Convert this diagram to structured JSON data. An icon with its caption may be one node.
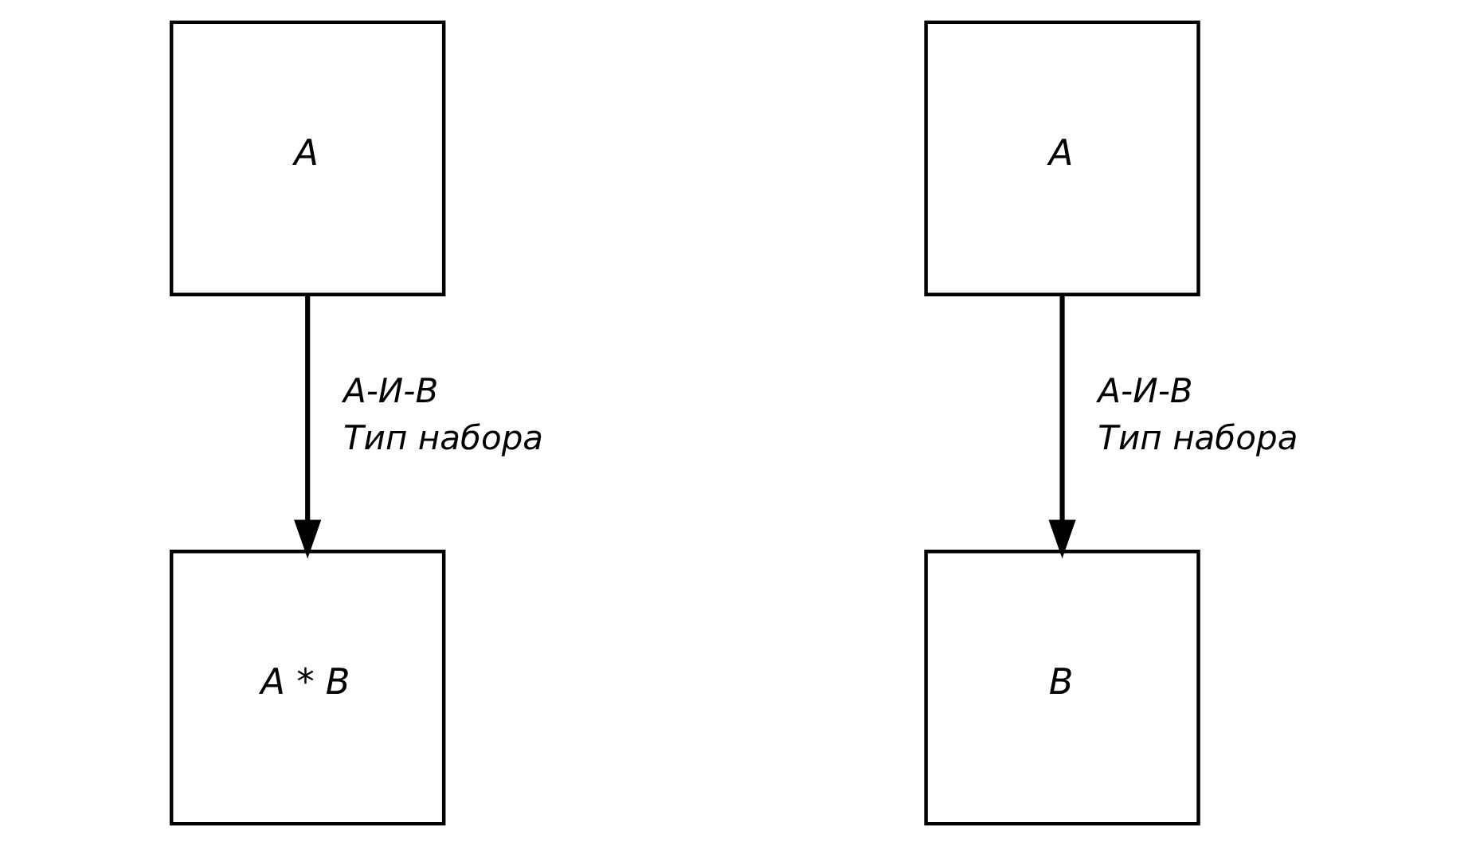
{
  "diagram": {
    "nodes": [
      {
        "text": [
          "А"
        ]
      },
      {
        "text": [
          "А * В"
        ]
      },
      {
        "text": [
          "А"
        ]
      },
      {
        "text": [
          "В"
        ]
      }
    ],
    "edges": [
      {
        "from": 0,
        "to": 1,
        "arrow": "to",
        "label": "А-И-В Тип набора"
      },
      {
        "from": 2,
        "to": 3,
        "arrow": "to",
        "label": "А-И-В Тип набора"
      }
    ]
  }
}
